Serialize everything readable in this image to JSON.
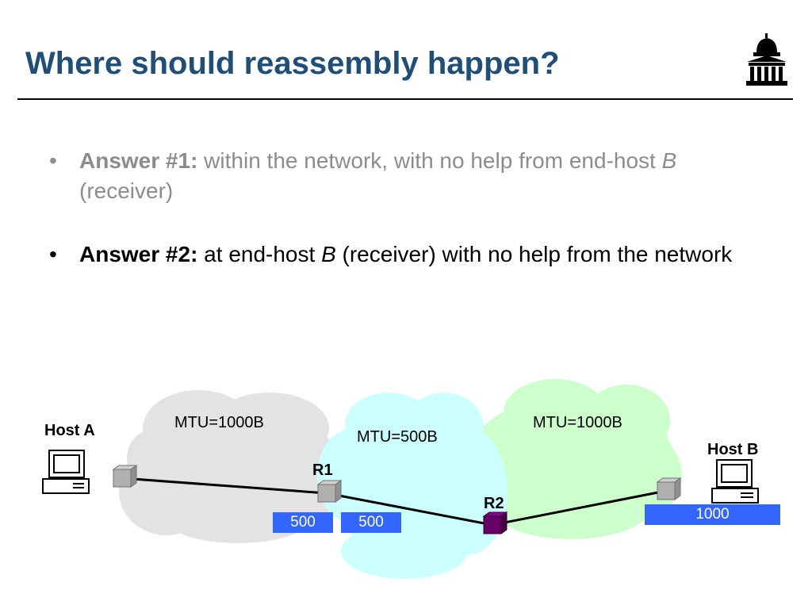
{
  "slide": {
    "title": "Where should reassembly happen?"
  },
  "bullets": [
    {
      "label": "Answer #1:",
      "pre": " within the network, with no help from end-host ",
      "italic": "B",
      "post": " (receiver)",
      "color": "#8c8c8c"
    },
    {
      "label": "Answer #2:",
      "pre": " at end-host ",
      "italic": "B",
      "post": " (receiver) with no help from the network",
      "color": "#000000"
    }
  ],
  "diagram": {
    "hosts": {
      "a": "Host A",
      "b": "Host B"
    },
    "routers": {
      "r1": "R1",
      "r2": "R2"
    },
    "networks": {
      "left_mtu": "MTU=1000B",
      "middle_mtu": "MTU=500B",
      "right_mtu": "MTU=1000B"
    },
    "packets": {
      "frag1": "500",
      "frag2": "500",
      "full": "1000"
    },
    "colors": {
      "left_cloud": "#e3e3e3",
      "middle_cloud": "#ccffff",
      "right_cloud": "#ccffcc",
      "packet": "#3366ff",
      "r2": "#660066",
      "title": "#1f4e79"
    }
  }
}
